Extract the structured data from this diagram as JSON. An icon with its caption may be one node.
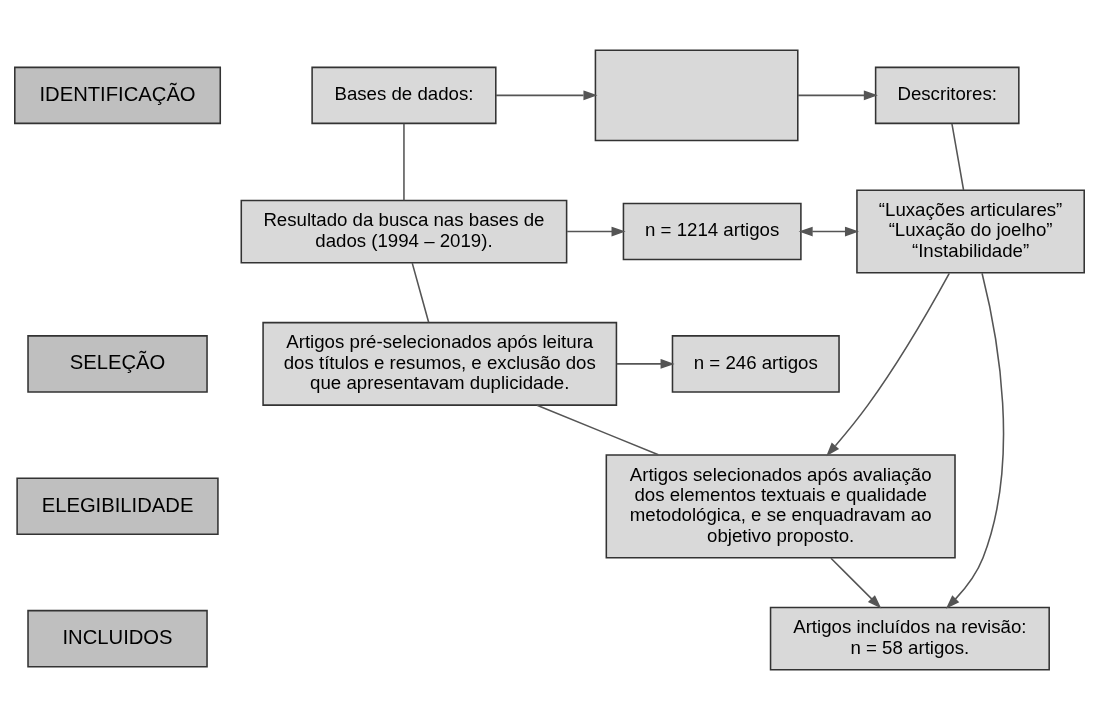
{
  "diagram": {
    "nodes": [
      {
        "text": [
          "IDENTIFICAÇÃO"
        ]
      },
      {
        "text": [
          "SELEÇÃO"
        ]
      },
      {
        "text": [
          "ELEGIBILIDADE"
        ]
      },
      {
        "text": [
          "INCLUIDOS"
        ]
      },
      {
        "text": [
          "Bases de dados:"
        ]
      },
      {
        "text": [],
        "shape": "box"
      },
      {
        "text": [
          "Descritores:"
        ]
      },
      {
        "text": [
          "Resultado da busca nas bases de dados (1994 – 2019)."
        ]
      },
      {
        "text": [
          "n = 1214 artigos"
        ]
      },
      {
        "text": [
          "“Luxações articulares” “Luxação do joelho” “Instabilidade”"
        ]
      },
      {
        "text": [
          "Artigos pré-selecionados após leitura dos títulos e resumos, e exclusão dos que apresentavam duplicidade."
        ]
      },
      {
        "text": [
          "n = 246 artigos"
        ]
      },
      {
        "text": [
          "Artigos selecionados após avaliação dos elementos textuais e qualidade metodológica, e se enquadravam ao objetivo proposto."
        ]
      },
      {
        "text": [
          "Artigos incluídos na revisão: n = 58 artigos."
        ]
      }
    ],
    "edges": [
      {
        "from": 4,
        "to": 5,
        "arrow": "to"
      },
      {
        "from": 5,
        "to": 6,
        "arrow": "to"
      },
      {
        "from": 6,
        "to": 9,
        "arrow": "none"
      },
      {
        "from": 4,
        "to": 7,
        "arrow": "none"
      },
      {
        "from": 7,
        "to": 8,
        "arrow": "to"
      },
      {
        "from": 8,
        "to": 9,
        "arrow": "both"
      },
      {
        "from": 7,
        "to": 10,
        "arrow": "none"
      },
      {
        "from": 10,
        "to": 11,
        "arrow": "to"
      },
      {
        "from": 10,
        "to": 12,
        "arrow": "none"
      },
      {
        "from": 9,
        "to": 12,
        "arrow": "to"
      },
      {
        "from": 12,
        "to": 13,
        "arrow": "to"
      },
      {
        "from": 9,
        "to": 13,
        "arrow": "to"
      }
    ]
  }
}
